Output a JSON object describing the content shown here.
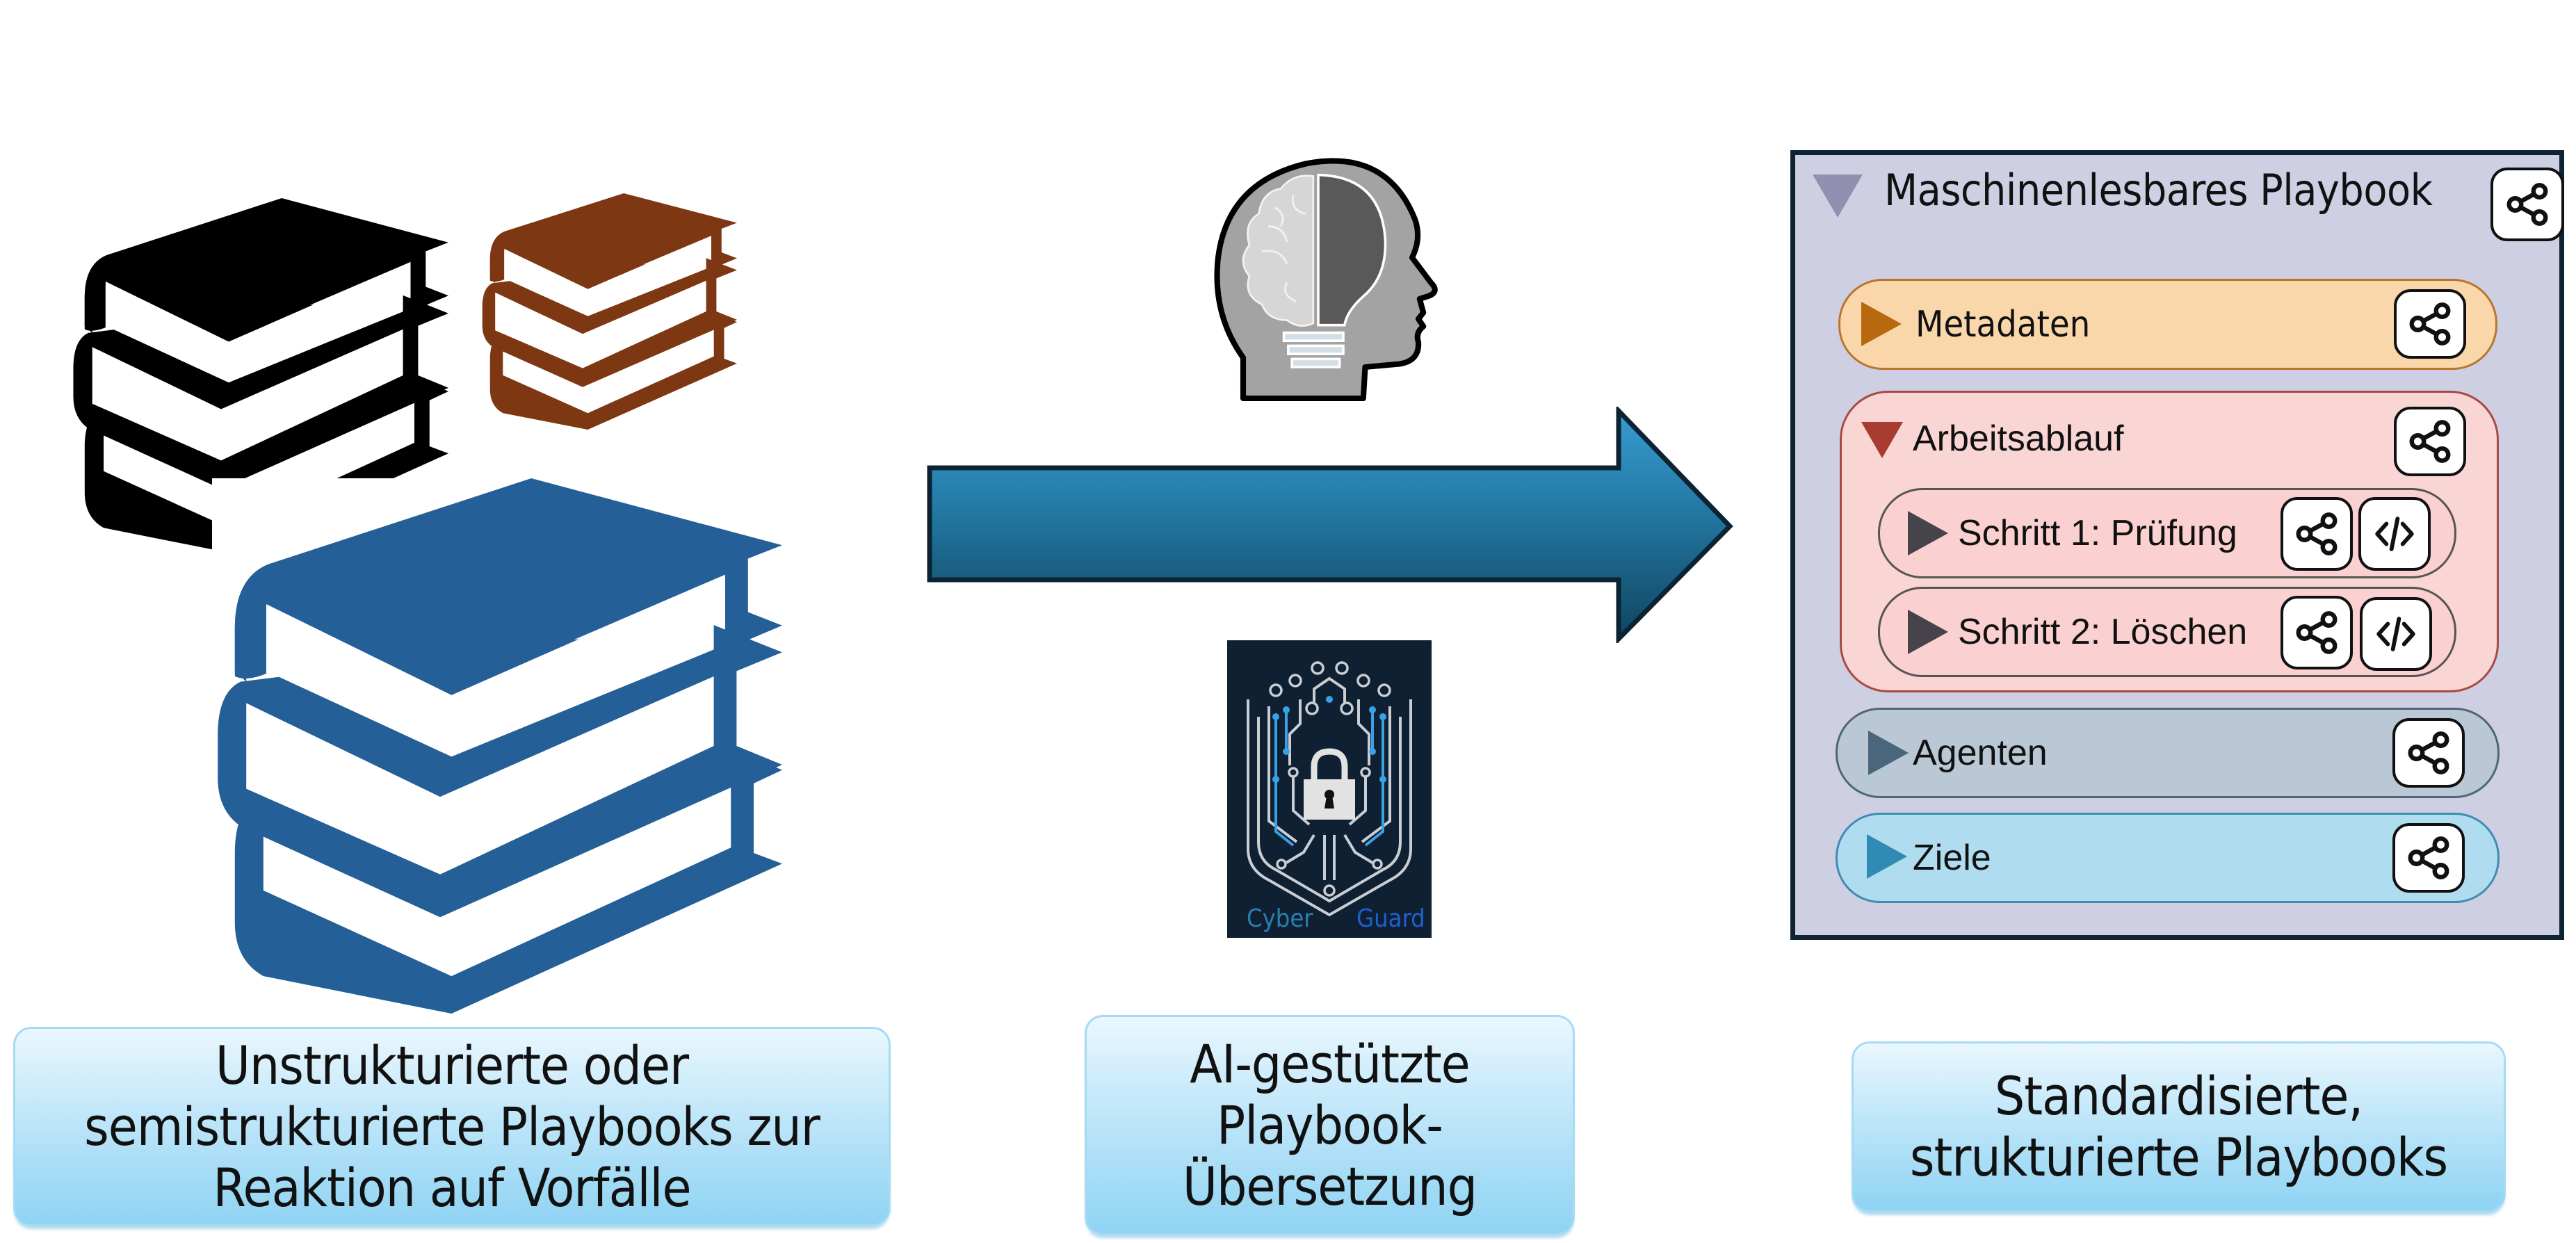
{
  "left_section": {
    "icons": [
      "books-stack-icon-black",
      "books-stack-icon-brown",
      "books-stack-icon-blue"
    ],
    "colors": {
      "black_books": "#000000",
      "brown_books": "#7d3813",
      "blue_books": "#245f98"
    },
    "caption_lines": [
      "Unstrukturierte oder",
      "semistrukturierte Playbooks zur",
      "Reaktion auf Vorfälle"
    ]
  },
  "middle_section": {
    "icons": [
      "ai-head-lightbulb-icon",
      "cyber-guard-shield-icon"
    ],
    "cyber_guard_text": {
      "word1": "Cyber",
      "word2": "Guard"
    },
    "arrow": {
      "direction": "right",
      "color": "#1f6b95"
    },
    "caption_lines": [
      "AI-gestützte",
      "Playbook-",
      "Übersetzung"
    ]
  },
  "right_section": {
    "panel": {
      "title": "Maschinenlesbares Playbook",
      "expanded": true,
      "background": "#cfcfe3",
      "items": [
        {
          "label": "Metadaten",
          "expanded": false,
          "color": "#f9d7ab",
          "actions": [
            "share"
          ]
        },
        {
          "label": "Arbeitsablauf",
          "expanded": true,
          "color": "#f9d6d4",
          "actions": [
            "share"
          ],
          "children": [
            {
              "label": "Schritt 1: Prüfung",
              "expanded": false,
              "actions": [
                "share",
                "code"
              ]
            },
            {
              "label": "Schritt 2: Löschen",
              "expanded": false,
              "actions": [
                "share",
                "code"
              ]
            }
          ]
        },
        {
          "label": "Agenten",
          "expanded": false,
          "color": "#b9c8d4",
          "actions": [
            "share"
          ]
        },
        {
          "label": "Ziele",
          "expanded": false,
          "color": "#afdcef",
          "actions": [
            "share"
          ]
        }
      ]
    },
    "caption_lines": [
      "Standardisierte,",
      "strukturierte Playbooks"
    ]
  }
}
